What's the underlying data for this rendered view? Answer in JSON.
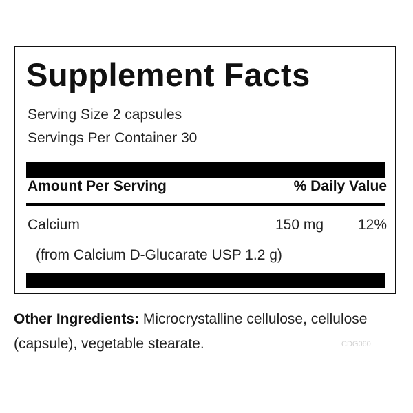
{
  "panel": {
    "title": "Supplement Facts",
    "serving_size": "Serving Size 2 capsules",
    "servings_per_container": "Servings Per Container 30",
    "header_left": "Amount Per Serving",
    "header_right": "% Daily Value",
    "nutrients": [
      {
        "name": "Calcium",
        "amount": "150 mg",
        "daily_value": "12%",
        "source": "(from Calcium D-Glucarate USP 1.2 g)"
      }
    ]
  },
  "other_ingredients": {
    "label": "Other Ingredients:",
    "text": " Microcrystalline cellulose, cellulose (capsule), vegetable stearate."
  },
  "product_code": "CDG060"
}
